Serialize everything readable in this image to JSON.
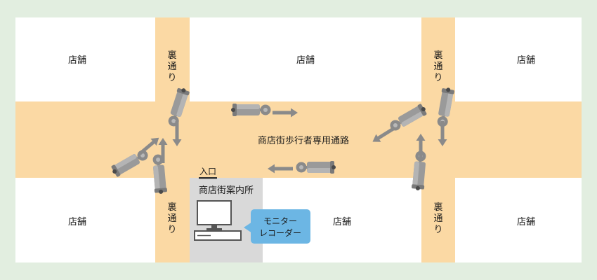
{
  "shop_label": "店舗",
  "back_street_chars": [
    "裏",
    "通",
    "り"
  ],
  "main_street_label": "商店街歩行者専用通路",
  "entrance_label": "入口",
  "info_office_label": "商店街案内所",
  "recorder_line1": "モニター",
  "recorder_line2": "レコーダー",
  "colors": {
    "background": "#e2eee0",
    "block": "#ffffff",
    "road": "#fbd9a4",
    "info_office": "#d9d9d9",
    "callout": "#6cb6e4",
    "camera": "#8a8a8a",
    "arrow": "#8a8a8a"
  }
}
